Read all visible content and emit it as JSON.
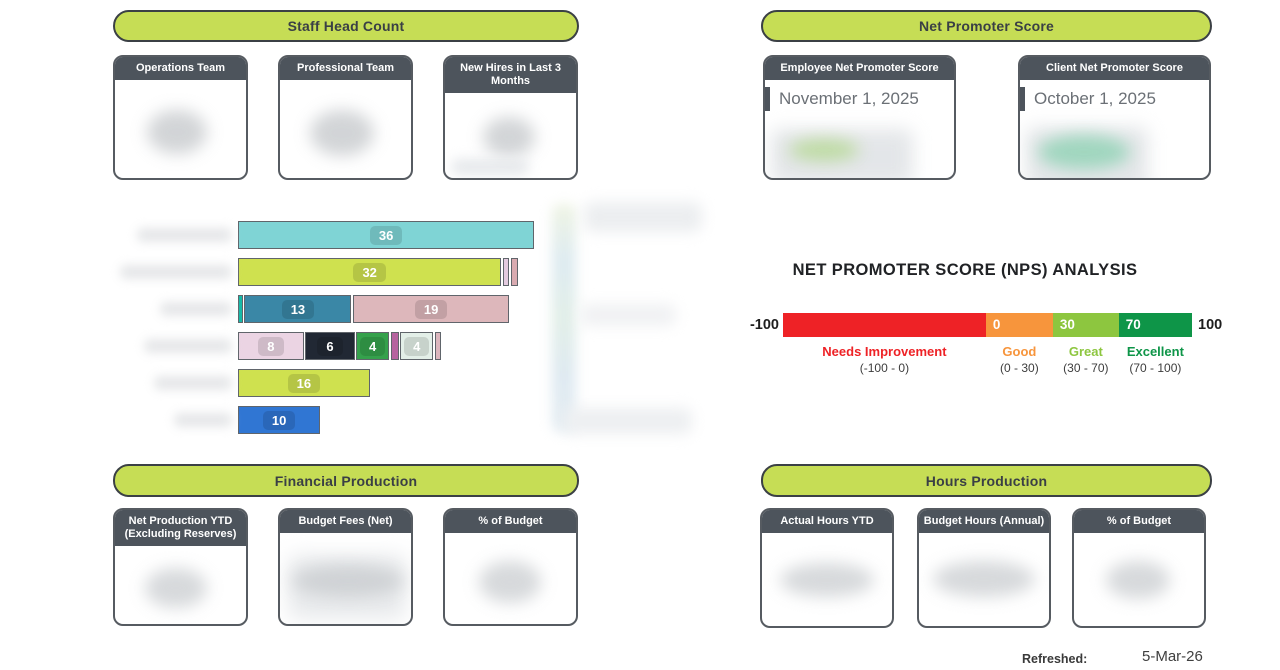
{
  "theme": {
    "accent_green": "#c6dd55",
    "card_header_dark": "#4d545c",
    "pill_text": "#3a3f45"
  },
  "sections": {
    "staff": {
      "title": "Staff Head Count",
      "cards": [
        {
          "title": "Operations Team"
        },
        {
          "title": "Professional Team"
        },
        {
          "title": "New Hires in Last 3 Months"
        }
      ]
    },
    "nps": {
      "title": "Net Promoter Score",
      "cards": [
        {
          "title": "Employee Net Promoter Score",
          "as_of_date": "November 1, 2025"
        },
        {
          "title": "Client Net Promoter Score",
          "as_of_date": "October 1, 2025"
        }
      ]
    },
    "financial": {
      "title": "Financial Production",
      "cards": [
        {
          "title": "Net Production YTD (Excluding Reserves)"
        },
        {
          "title": "Budget Fees (Net)"
        },
        {
          "title": "% of Budget"
        }
      ]
    },
    "hours": {
      "title": "Hours Production",
      "cards": [
        {
          "title": "Actual Hours YTD"
        },
        {
          "title": "Budget Hours (Annual)"
        },
        {
          "title": "% of Budget"
        }
      ]
    }
  },
  "footer": {
    "refreshed_label": "Refreshed:",
    "refreshed_date": "5-Mar-26"
  },
  "chart_data": [
    {
      "type": "bar",
      "orientation": "horizontal",
      "stacked": true,
      "note": "Row category labels and the legend are blurred (redacted) in the source screenshot",
      "categories": [
        "",
        "",
        "",
        "",
        "",
        ""
      ],
      "rows": [
        [
          {
            "value": 36,
            "label": "36",
            "color": "#7fd4d5"
          }
        ],
        [
          {
            "value": 32,
            "label": "32",
            "color": "#cfe14f"
          },
          {
            "value": 0.8,
            "color": "#e4cbdf"
          },
          {
            "value": 0.9,
            "color": "#d9aab0"
          }
        ],
        [
          {
            "value": 0.6,
            "color": "#16b9a7"
          },
          {
            "value": 13,
            "label": "13",
            "color": "#3a87a6"
          },
          {
            "value": 19,
            "label": "19",
            "color": "#ddb7bb"
          }
        ],
        [
          {
            "value": 8,
            "label": "8",
            "color": "#ebd4e3"
          },
          {
            "value": 6,
            "label": "6",
            "color": "#212834"
          },
          {
            "value": 4,
            "label": "4",
            "color": "#35a14c"
          },
          {
            "value": 1,
            "color": "#b6639f"
          },
          {
            "value": 4,
            "label": "4",
            "color": "#e3efe8"
          },
          {
            "value": 0.8,
            "color": "#dcb6be"
          }
        ],
        [
          {
            "value": 16,
            "label": "16",
            "color": "#cfe14f"
          }
        ],
        [
          {
            "value": 10,
            "label": "10",
            "color": "#3076d3"
          }
        ]
      ]
    },
    {
      "type": "scale",
      "title": "NET PROMOTER SCORE (NPS) ANALYSIS",
      "min": -100,
      "max": 100,
      "left_label": "-100",
      "right_label": "100",
      "segments": [
        {
          "name": "Needs Improvement",
          "range_text": "(-100 - 0)",
          "from": -100,
          "to": 0,
          "color": "#ee2226",
          "width_pct": 49.6,
          "inside_label": ""
        },
        {
          "name": "Good",
          "range_text": "(0 - 30)",
          "from": 0,
          "to": 30,
          "color": "#f7953c",
          "width_pct": 16.4,
          "inside_label": "0"
        },
        {
          "name": "Great",
          "range_text": "(30 - 70)",
          "from": 30,
          "to": 70,
          "color": "#8dc63f",
          "width_pct": 16.1,
          "inside_label": "30"
        },
        {
          "name": "Excellent",
          "range_text": "(70 - 100)",
          "from": 70,
          "to": 100,
          "color": "#0e9548",
          "width_pct": 17.9,
          "inside_label": "70"
        }
      ]
    }
  ]
}
